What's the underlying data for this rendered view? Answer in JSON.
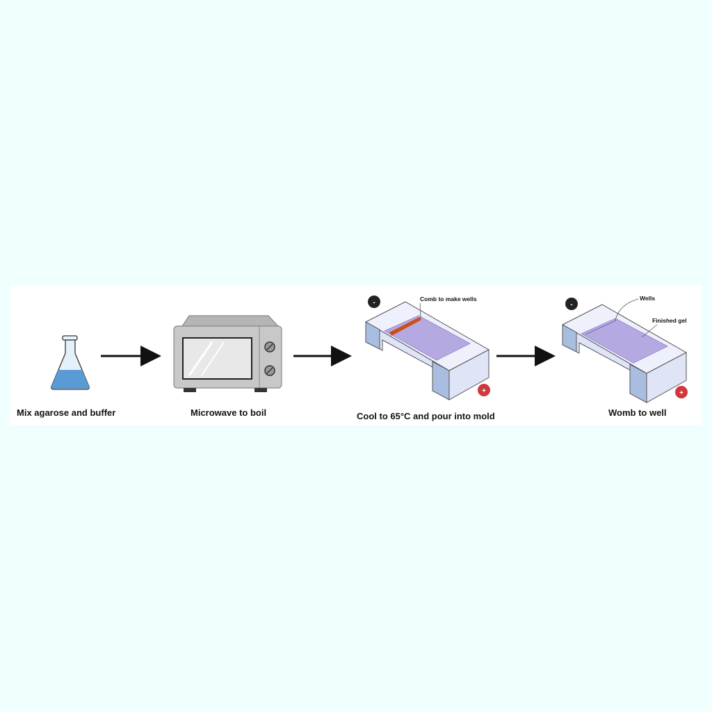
{
  "steps": [
    {
      "label": "Mix agarose and buffer",
      "icon": "flask-icon"
    },
    {
      "label": "Microwave to boil",
      "icon": "microwave-icon"
    },
    {
      "label": "Cool to 65°C and pour into mold",
      "icon": "gel-tray-with-comb-icon",
      "annotation": "Comb to make wells"
    },
    {
      "label": "Womb to well",
      "icon": "finished-gel-tray-icon",
      "annotations": [
        "Wells",
        "Finished gel"
      ]
    }
  ],
  "electrodes": {
    "negative": "-",
    "positive": "+"
  },
  "colors": {
    "background": "#eefffd",
    "liquid": "#5b9bd5",
    "gel": "#b4a9e0",
    "comb": "#c8501e",
    "negative": "#222222",
    "positive": "#d0393b"
  }
}
